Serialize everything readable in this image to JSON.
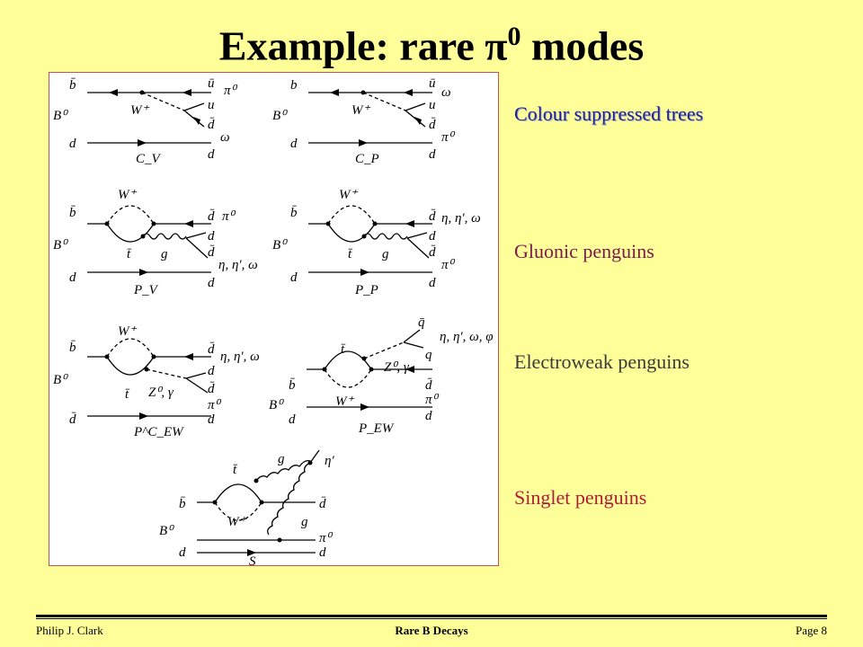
{
  "title": {
    "text": "Example:  rare π",
    "superscript": "0",
    "suffix": " modes"
  },
  "labels": {
    "trees": "Colour suppressed trees",
    "gluonic": "Gluonic penguins",
    "electroweak": "Electroweak penguins",
    "singlet": "Singlet penguins"
  },
  "diagrams": {
    "cv": {
      "tl": "b̄",
      "m": "B⁰",
      "bl": "d",
      "tr1": "ū",
      "tr2": "π⁰",
      "tr3": "u",
      "tr4": "d̄",
      "tr5": "ω",
      "br": "d",
      "w": "W⁺",
      "name": "C_V"
    },
    "cp": {
      "tl": "b",
      "m": "B⁰",
      "bl": "d",
      "tr1": "ū",
      "tr2": "ω",
      "tr3": "u",
      "tr4": "d̄",
      "tr5": "π⁰",
      "br": "d",
      "w": "W⁺",
      "name": "C_P"
    },
    "pv": {
      "tl": "b̄",
      "m": "B⁰",
      "bl": "d",
      "tr1": "d̄",
      "tr2": "π⁰",
      "tr3": "d",
      "tr4": "d̄",
      "tr5": "η, η′, ω",
      "br": "d",
      "w": "W⁺",
      "t": "t̄",
      "g": "g",
      "name": "P_V"
    },
    "pp": {
      "tl": "b̄",
      "m": "B⁰",
      "bl": "d",
      "tr1": "d̄",
      "tr2": "η, η′, ω",
      "tr3": "d",
      "tr4": "d̄",
      "tr5": "π⁰",
      "br": "d",
      "w": "W⁺",
      "t": "t̄",
      "g": "g",
      "name": "P_P"
    },
    "pewc": {
      "tl": "b̄",
      "m": "B⁰",
      "bl": "d̄",
      "tr1": "d̄",
      "tr2": "η, η′, ω",
      "tr3": "d",
      "tr4": "d̄",
      "tr5": "π⁰",
      "br": "d",
      "w": "W⁺",
      "t": "t̄",
      "z": "Z⁰, γ",
      "name": "P^C_EW"
    },
    "pew": {
      "tl": "b̄",
      "m": "B⁰",
      "bl": "d",
      "tr1": "q̄",
      "tr2": "η, η′, ω, φ",
      "tr3": "q",
      "tr4": "d̄",
      "tr5": "π⁰",
      "br": "d",
      "w": "W⁺",
      "t": "t̄",
      "z": "Z⁰, γ",
      "name": "P_EW"
    },
    "s": {
      "tl": "b̄",
      "m": "B⁰",
      "bl": "d",
      "tr1": "η′",
      "tr4": "d̄",
      "tr5": "π⁰",
      "br": "d",
      "w": "W⁺",
      "t": "t̄",
      "g1": "g",
      "g2": "g",
      "name": "S"
    }
  },
  "footer": {
    "author": "Philip J. Clark",
    "topic": "Rare B Decays",
    "page": "Page 8"
  },
  "colors": {
    "background": "#ffff99",
    "trees": "#1f1f8f",
    "gluonic": "#7a1a4a",
    "electroweak": "#3a3a3a",
    "singlet": "#b01b3c"
  }
}
